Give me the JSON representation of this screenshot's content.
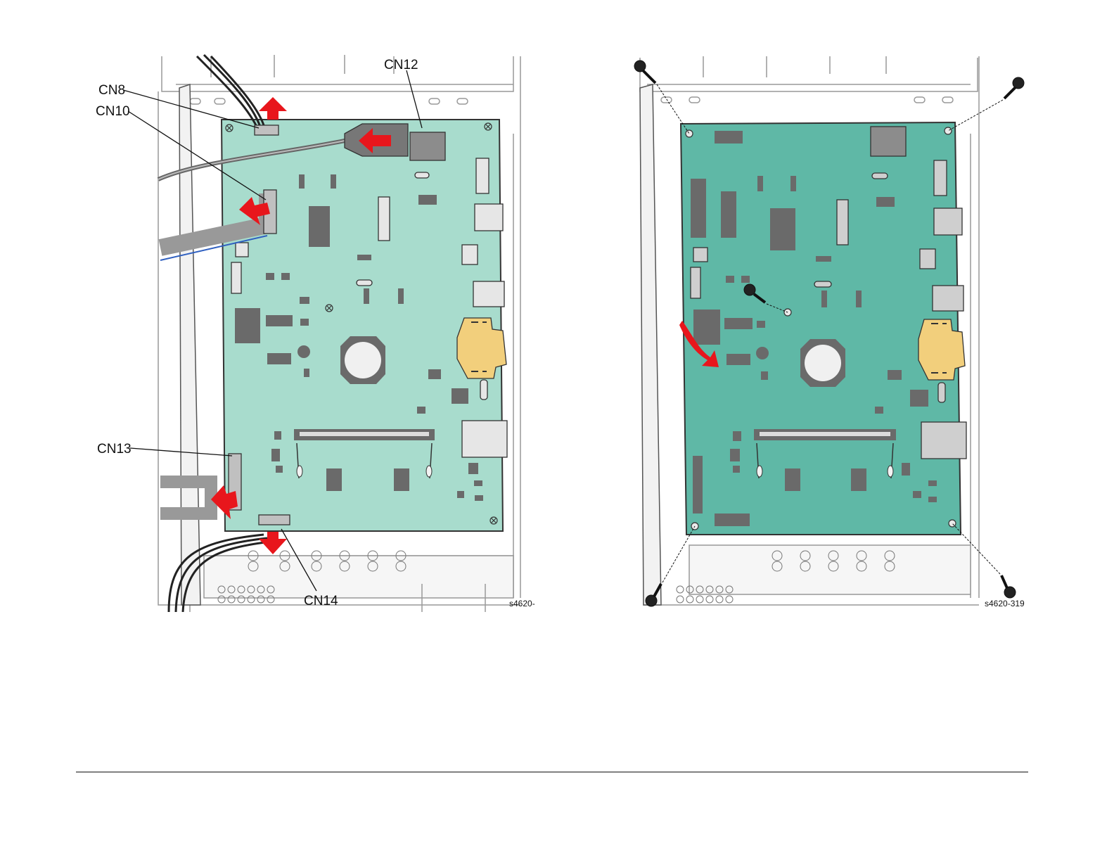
{
  "figure_left": {
    "labels": {
      "cn8": "CN8",
      "cn10": "CN10",
      "cn12": "CN12",
      "cn13": "CN13",
      "cn14": "CN14"
    },
    "figure_id": "s4620-"
  },
  "figure_right": {
    "figure_id": "s4620-319"
  },
  "colors": {
    "board": "#a8dccd",
    "board_dark": "#5fb8a6",
    "chip": "#6a6a6a",
    "arrow": "#e8161c",
    "bracket": "#f2cf7c",
    "frame": "#f4f4f4"
  }
}
